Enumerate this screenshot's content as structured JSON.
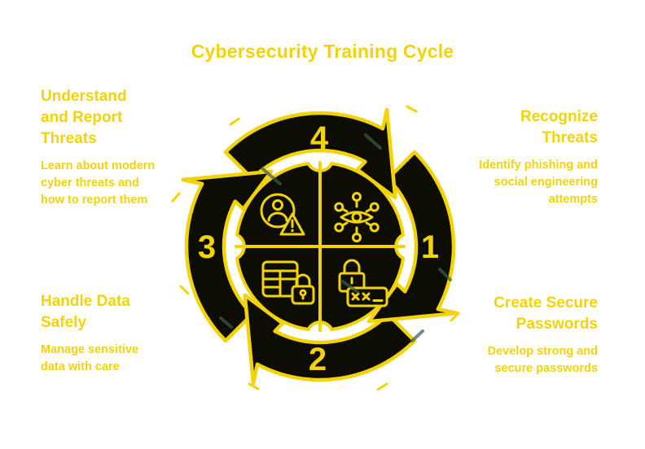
{
  "title": "Cybersecurity Training Cycle",
  "colors": {
    "yellow": "#F2D308",
    "ink": "#0D0D04",
    "background": "#FFFFFF",
    "smudge": "#3E5A49"
  },
  "cycle": {
    "steps": [
      {
        "number": "1",
        "position": "right",
        "heading": "Recognize\nThreats",
        "description": "Identify phishing and\nsocial engineering\nattempts",
        "icon": "network-eye-icon"
      },
      {
        "number": "2",
        "position": "bottom",
        "heading": "Create Secure\nPasswords",
        "description": "Develop strong and\nsecure passwords",
        "icon": "password-field-lock-icon"
      },
      {
        "number": "3",
        "position": "left",
        "heading": "Handle Data\nSafely",
        "description": "Manage sensitive\ndata with care",
        "icon": "data-table-lock-icon"
      },
      {
        "number": "4",
        "position": "top",
        "heading": "Understand\nand Report\nThreats",
        "description": "Learn about modern\ncyber threats and\nhow to report them",
        "icon": "user-alert-icon"
      }
    ]
  }
}
